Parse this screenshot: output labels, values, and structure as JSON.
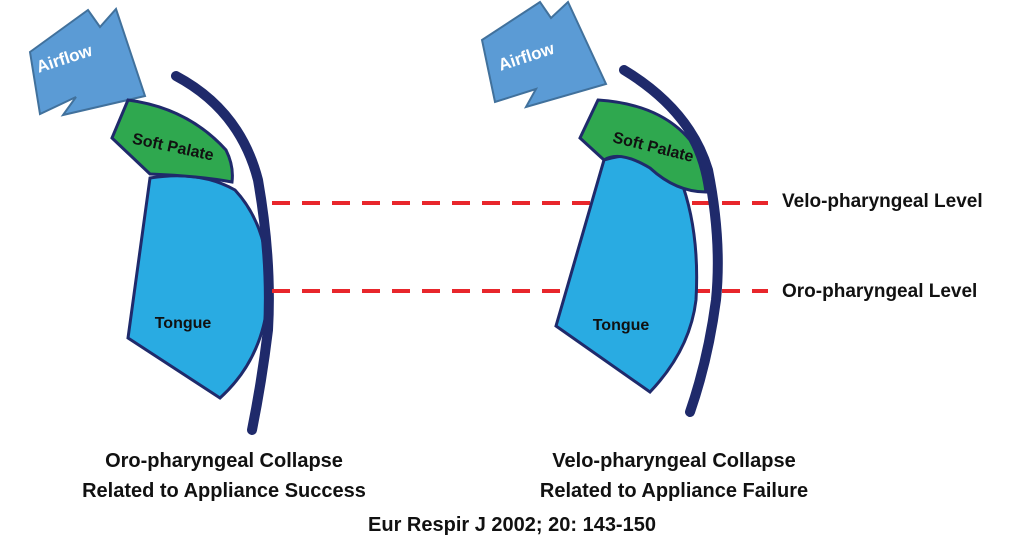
{
  "colors": {
    "airflow_arrow": "#5b9bd5",
    "airflow_arrow_stroke": "#41719c",
    "soft_palate": "#2fa84f",
    "tongue": "#29abe2",
    "pharyngeal_wall": "#1f2a6b",
    "level_line": "#e8262b",
    "outline": "#1f2a6b"
  },
  "left_panel": {
    "airflow_label": "Airflow",
    "soft_palate_label": "Soft Palate",
    "tongue_label": "Tongue",
    "caption_line1": "Oro-pharyngeal Collapse",
    "caption_line2": "Related to Appliance Success"
  },
  "right_panel": {
    "airflow_label": "Airflow",
    "soft_palate_label": "Soft Palate",
    "tongue_label": "Tongue",
    "caption_line1": "Velo-pharyngeal Collapse",
    "caption_line2": "Related to Appliance Failure"
  },
  "levels": {
    "velo": "Velo-pharyngeal Level",
    "oro": "Oro-pharyngeal Level"
  },
  "citation": "Eur Respir J 2002; 20: 143-150"
}
